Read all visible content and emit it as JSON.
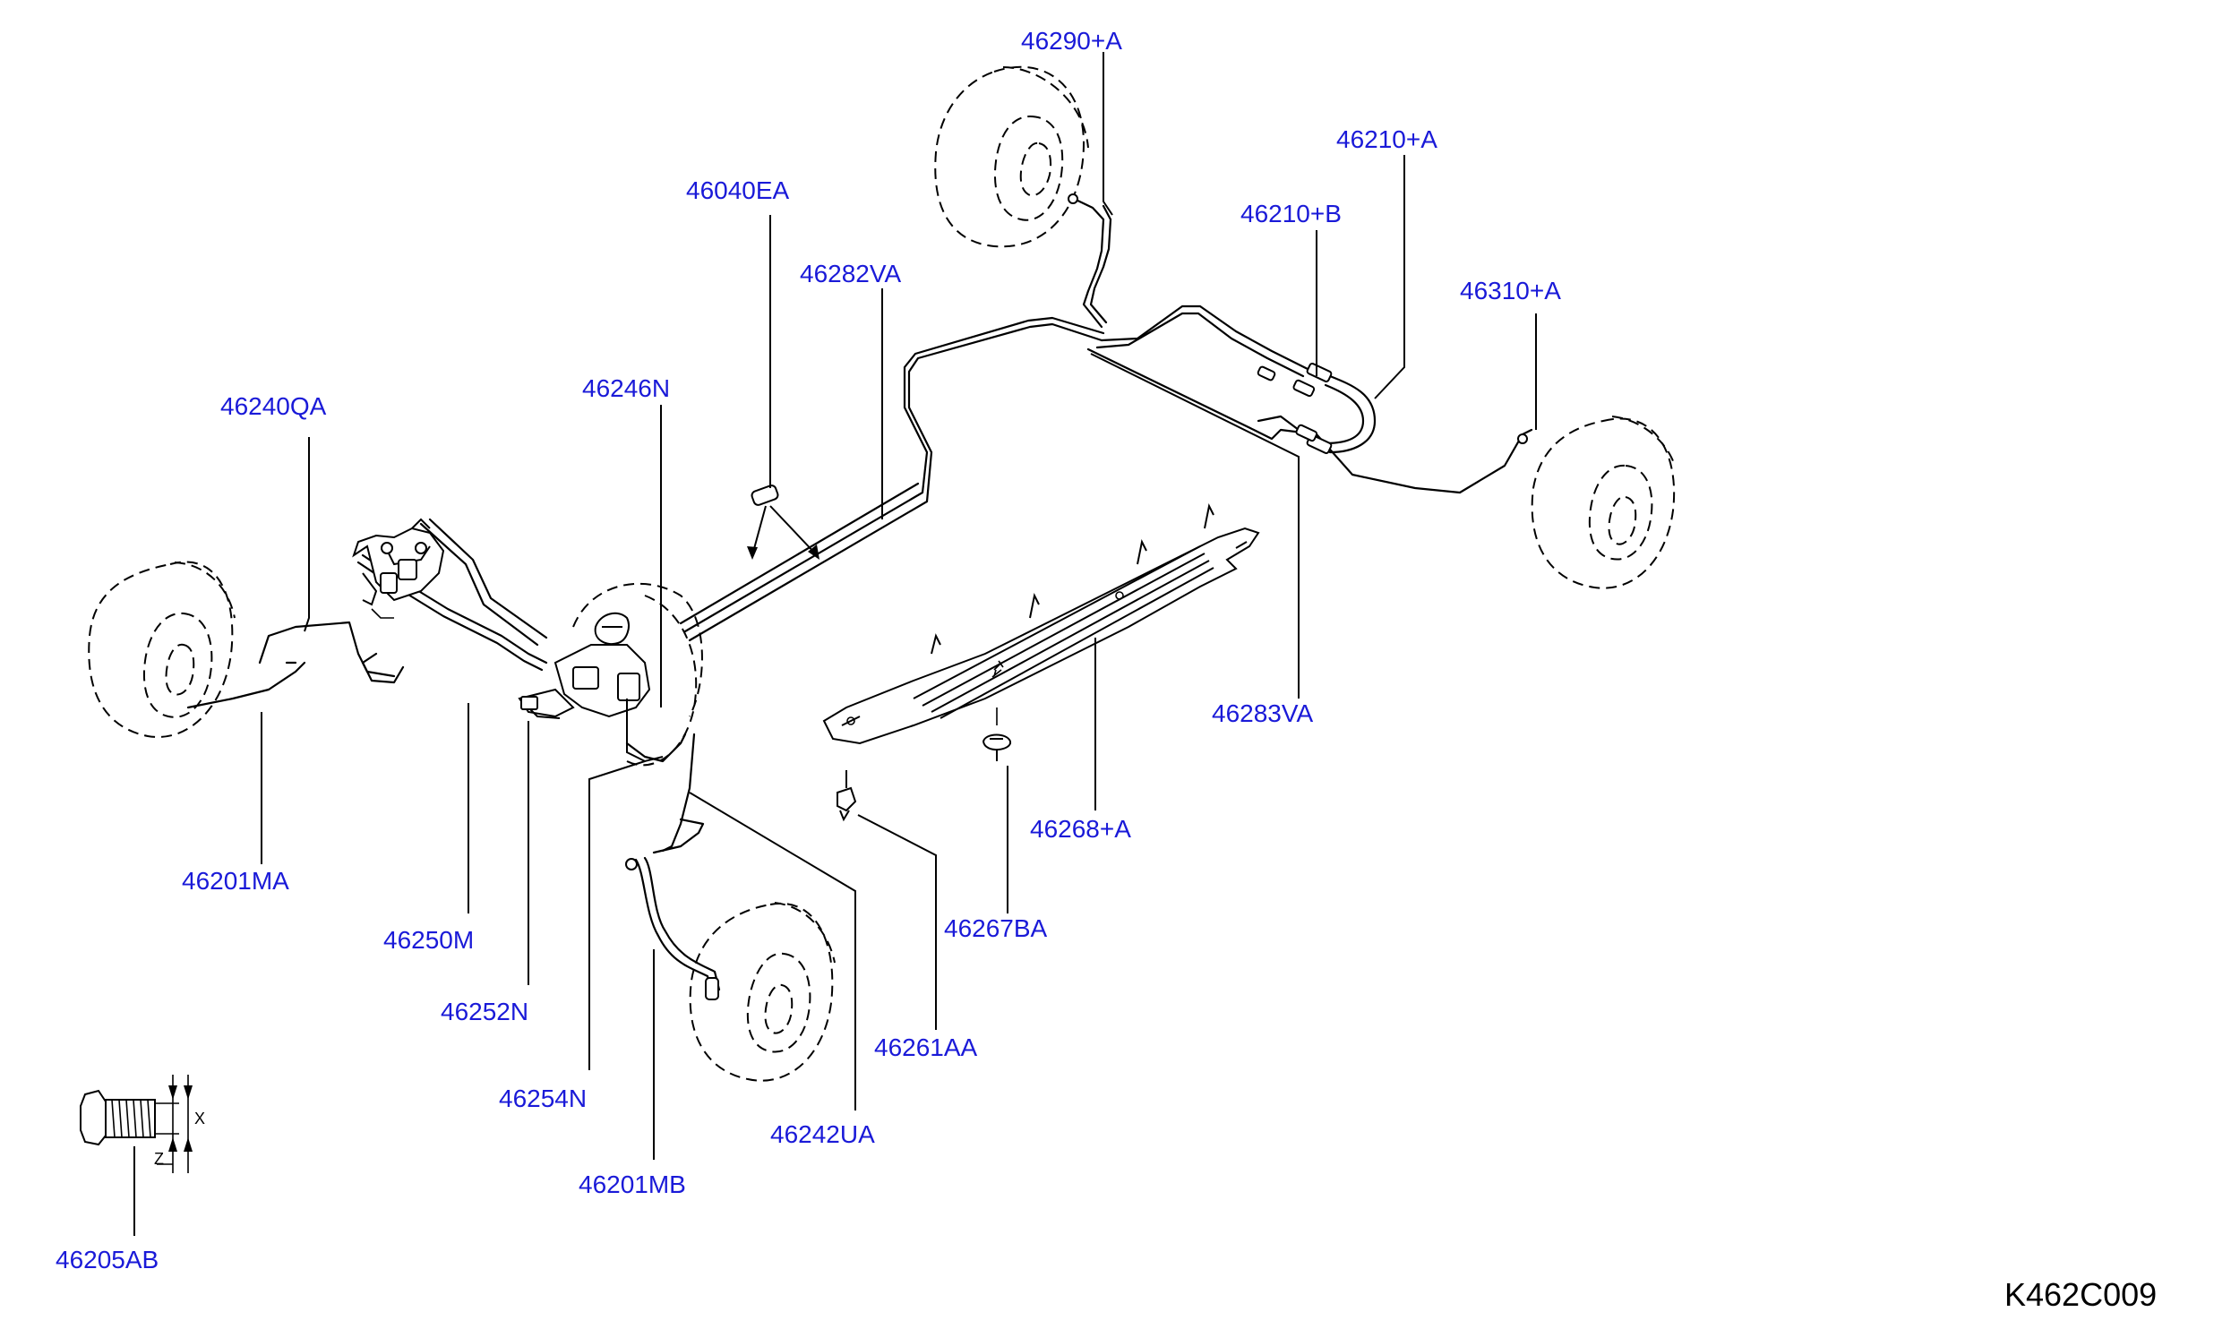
{
  "diagram": {
    "code": "K462C009",
    "colors": {
      "label": "#1a1ad8",
      "line": "#000000",
      "background": "#ffffff"
    },
    "parts": [
      {
        "id": "p46290a",
        "label": "46290+A"
      },
      {
        "id": "p46210a",
        "label": "46210+A"
      },
      {
        "id": "p46210b",
        "label": "46210+B"
      },
      {
        "id": "p46040ea",
        "label": "46040EA"
      },
      {
        "id": "p46282va",
        "label": "46282VA"
      },
      {
        "id": "p46310a",
        "label": "46310+A"
      },
      {
        "id": "p46246n",
        "label": "46246N"
      },
      {
        "id": "p46240qa",
        "label": "46240QA"
      },
      {
        "id": "p46283va",
        "label": "46283VA"
      },
      {
        "id": "p46268a",
        "label": "46268+A"
      },
      {
        "id": "p46201ma",
        "label": "46201MA"
      },
      {
        "id": "p46250m",
        "label": "46250M"
      },
      {
        "id": "p46267ba",
        "label": "46267BA"
      },
      {
        "id": "p46252n",
        "label": "46252N"
      },
      {
        "id": "p46261aa",
        "label": "46261AA"
      },
      {
        "id": "p46254n",
        "label": "46254N"
      },
      {
        "id": "p46242ua",
        "label": "46242UA"
      },
      {
        "id": "p46201mb",
        "label": "46201MB"
      },
      {
        "id": "p46205ab",
        "label": "46205AB"
      }
    ],
    "dimension_marks": {
      "x": "X",
      "z": "Z"
    }
  }
}
